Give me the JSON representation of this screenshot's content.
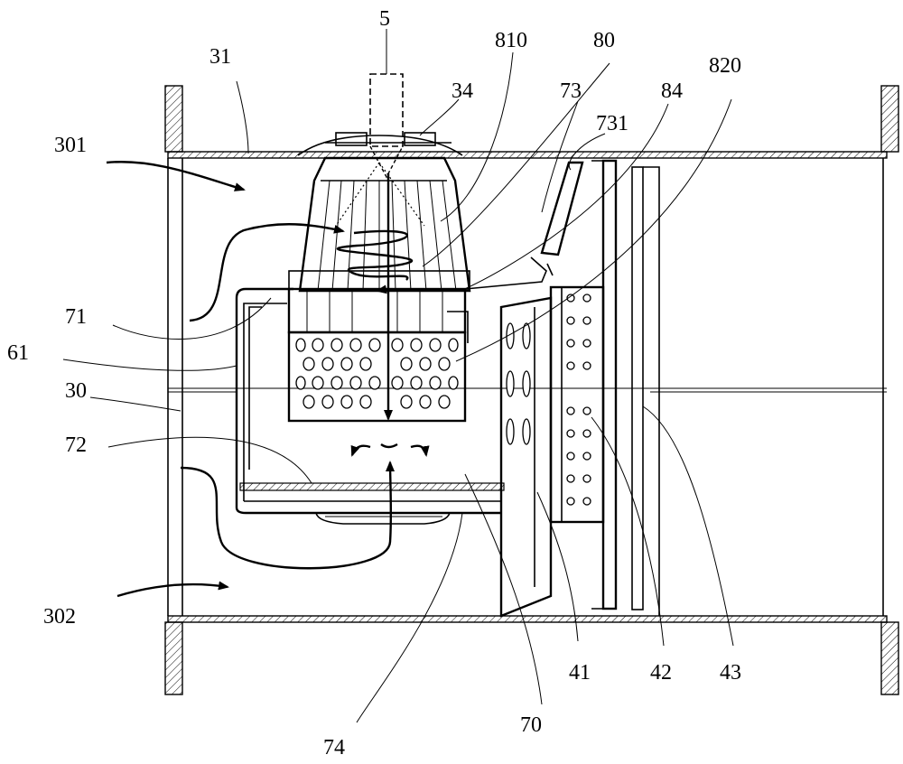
{
  "figure": {
    "labels": {
      "l5": "5",
      "l31": "31",
      "l810": "810",
      "l80": "80",
      "l34": "34",
      "l73": "73",
      "l84": "84",
      "l820": "820",
      "l731": "731",
      "l301": "301",
      "l71": "71",
      "l61": "61",
      "l30": "30",
      "l72": "72",
      "l302": "302",
      "l41": "41",
      "l42": "42",
      "l43": "43",
      "l70": "70",
      "l74": "74"
    }
  }
}
